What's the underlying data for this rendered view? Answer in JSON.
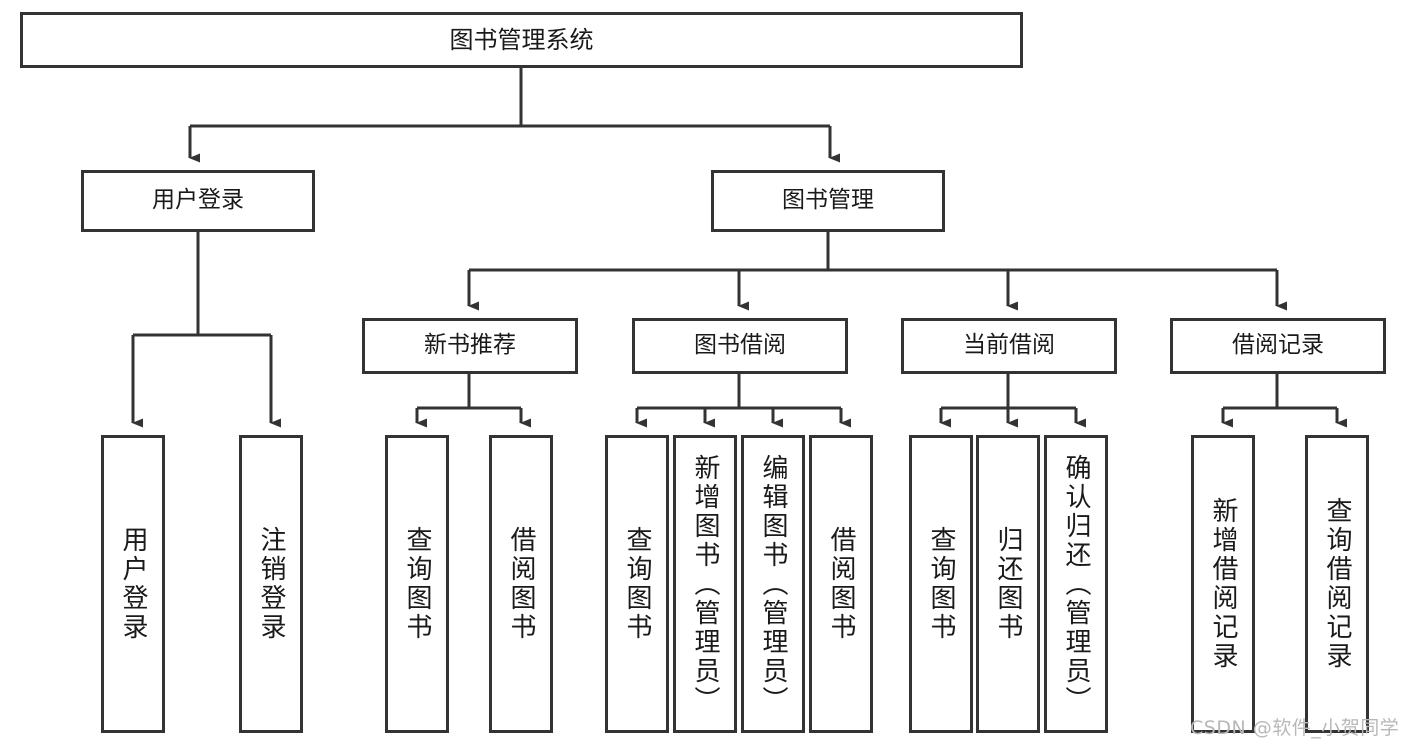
{
  "diagram": {
    "type": "tree",
    "title": "图书管理系统",
    "orientation": "top-down",
    "colors": {
      "box_border": "#333333",
      "box_fill": "#ffffff",
      "edge": "#333333",
      "text": "#1a1a1a",
      "background": "#ffffff",
      "watermark": "#b8b8b8"
    },
    "nodes": {
      "root": {
        "label": "图书管理系统"
      },
      "level2": [
        {
          "label": "用户登录"
        },
        {
          "label": "图书管理"
        }
      ],
      "level3": [
        {
          "label": "新书推荐"
        },
        {
          "label": "图书借阅"
        },
        {
          "label": "当前借阅"
        },
        {
          "label": "借阅记录"
        }
      ],
      "leaves": {
        "user_login": [
          {
            "label": "用户登录"
          },
          {
            "label": "注销登录"
          }
        ],
        "new_book": [
          {
            "label": "查询图书"
          },
          {
            "label": "借阅图书"
          }
        ],
        "book_borrow": [
          {
            "label": "查询图书"
          },
          {
            "label": "新增图书（管理员）"
          },
          {
            "label": "编辑图书（管理员）"
          },
          {
            "label": "借阅图书"
          }
        ],
        "current_borrow": [
          {
            "label": "查询图书"
          },
          {
            "label": "归还图书"
          },
          {
            "label": "确认归还（管理员）"
          }
        ],
        "borrow_record": [
          {
            "label": "新增借阅记录"
          },
          {
            "label": "查询借阅记录"
          }
        ]
      }
    },
    "watermark": "CSDN @软件_小贺同学"
  }
}
